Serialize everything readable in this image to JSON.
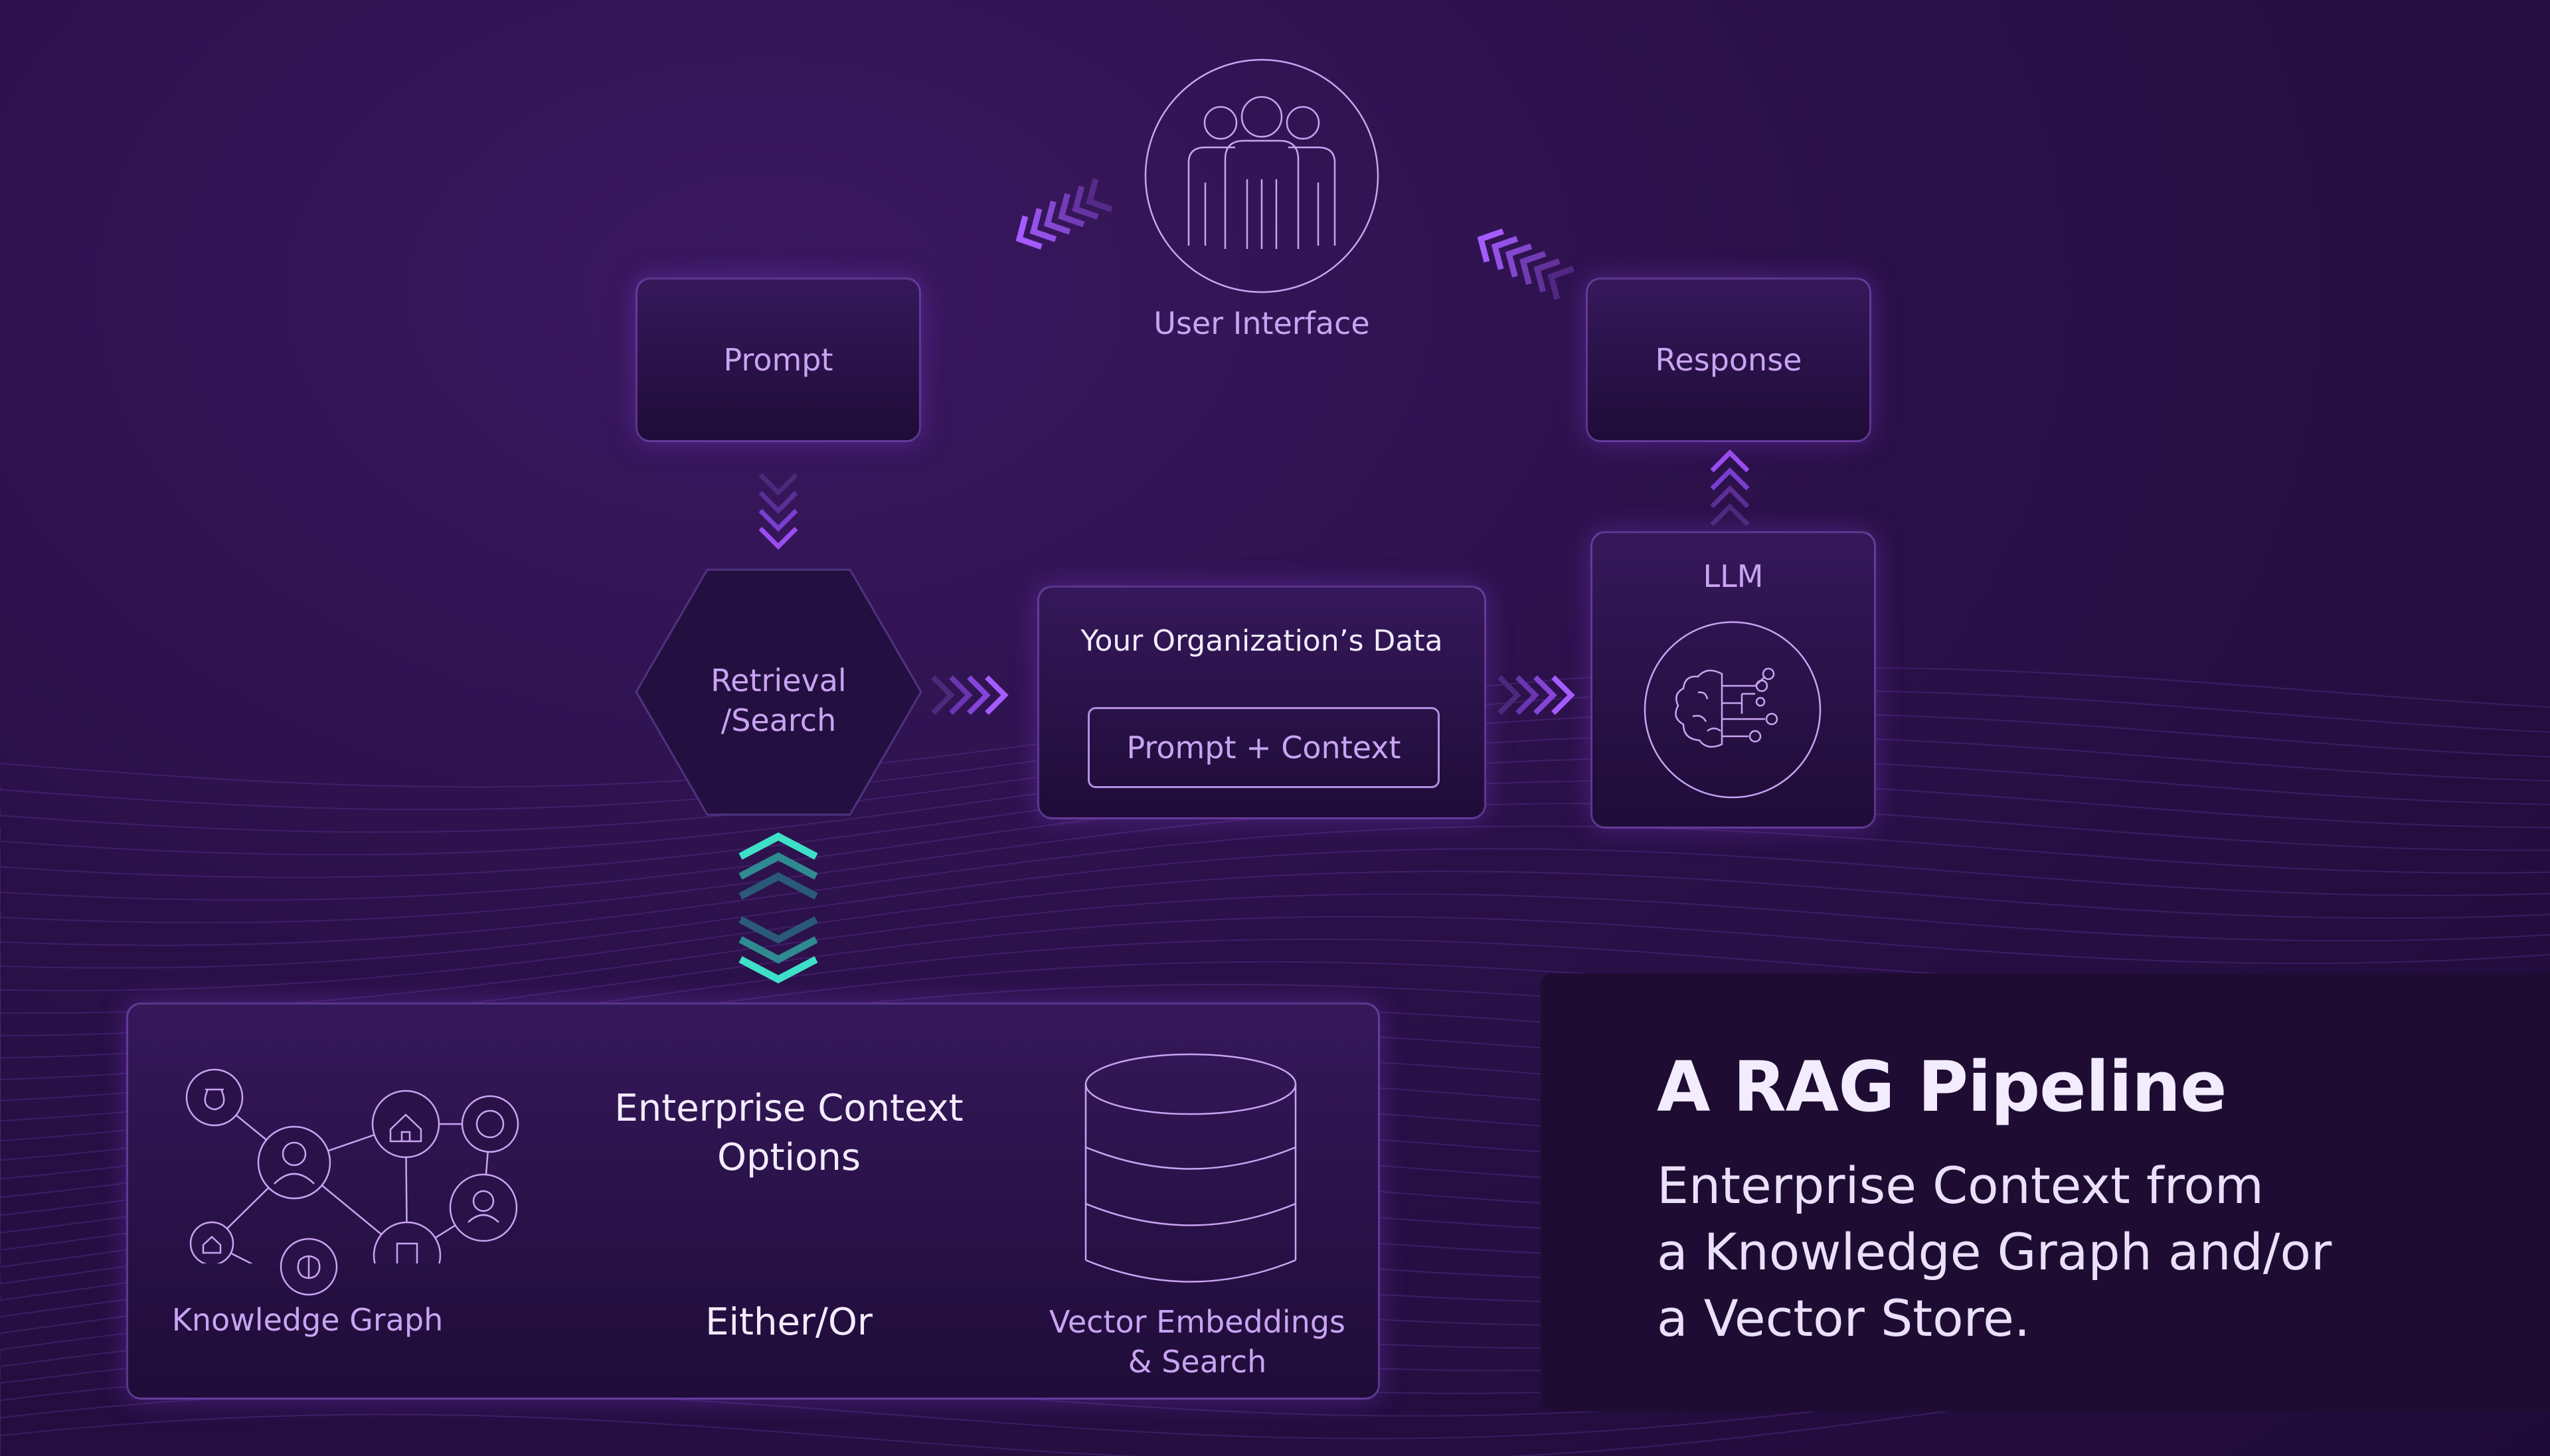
{
  "user_interface_label": "User Interface",
  "prompt_label": "Prompt",
  "response_label": "Response",
  "retrieval_label_line1": "Retrieval",
  "retrieval_label_line2": "/Search",
  "org_data_label": "Your Organization’s Data",
  "prompt_context_label": "Prompt + Context",
  "llm_label": "LLM",
  "enterprise_line1": "Enterprise Context",
  "enterprise_line2": "Options",
  "knowledge_graph_label": "Knowledge Graph",
  "either_or_label": "Either/Or",
  "vector_line1": "Vector Embeddings",
  "vector_line2": "& Search",
  "title": "A RAG Pipeline",
  "subtitle_lines": [
    "Enterprise Context from",
    "a Knowledge Graph and/or",
    "a Vector Store."
  ],
  "colors": {
    "accent": "#9a4df0",
    "teal": "#3ee0c8",
    "label": "#c9a4f2"
  },
  "icons": [
    "users-icon",
    "brain-circuit-icon",
    "database-icon",
    "knowledge-graph-icon"
  ]
}
